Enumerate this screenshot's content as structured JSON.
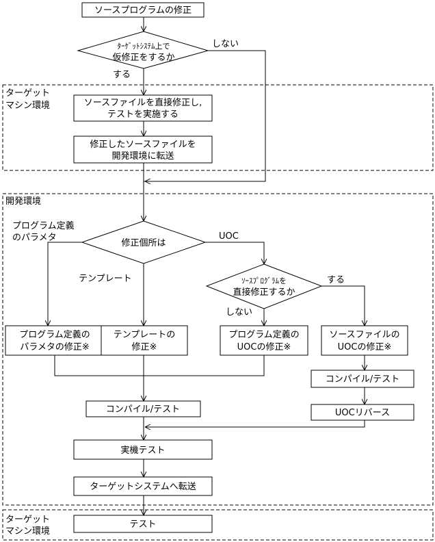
{
  "regions": {
    "target_top": [
      "ターゲット",
      "マシン環境"
    ],
    "dev": "開発環境",
    "target_bottom": [
      "ターゲット",
      "マシン環境"
    ]
  },
  "nodes": {
    "start": "ソースプログラムの修正",
    "d1": [
      "ﾀｰｹﾞｯﾄｼｽﾃﾑ上で",
      "仮修正をするか"
    ],
    "edit_direct": [
      "ソースファイルを直接修正し,",
      "テストを実施する"
    ],
    "transfer_dev": [
      "修正したソースファイルを",
      "開発環境に転送"
    ],
    "d2": "修正個所は",
    "d3": [
      "ｿｰｽﾌﾟﾛｸﾞﾗﾑを",
      "直接修正するか"
    ],
    "param_fix": [
      "プログラム定義の",
      "パラメタの修正※"
    ],
    "template_fix": [
      "テンプレートの",
      "修正※"
    ],
    "uoc_def_fix": [
      "プログラム定義の",
      "UOCの修正※"
    ],
    "uoc_src_fix": [
      "ソースファイルの",
      "UOCの修正※"
    ],
    "compile_left": "コンパイル/テスト",
    "compile_right": "コンパイル/テスト",
    "uoc_reverse": "UOCリバース",
    "machine_test": "実機テスト",
    "transfer_target": "ターゲットシステムへ転送",
    "test": "テスト"
  },
  "labels": {
    "d1_no": "しない",
    "d1_yes": "する",
    "d2_param": [
      "プログラム定義",
      "のパラメタ"
    ],
    "d2_template": "テンプレート",
    "d2_uoc": "UOC",
    "d3_yes": "する",
    "d3_no": "しない"
  }
}
